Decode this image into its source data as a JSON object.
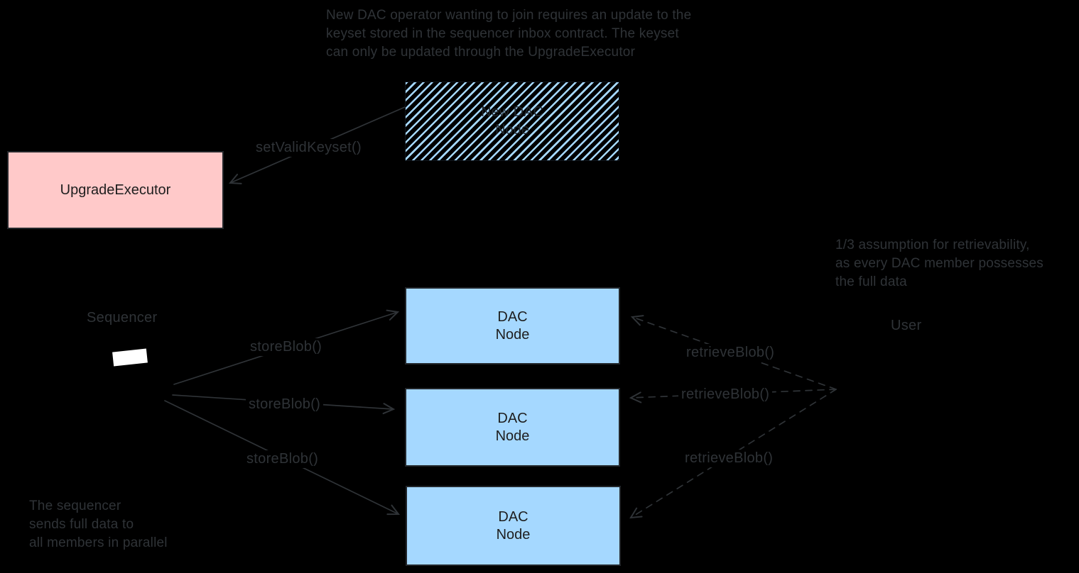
{
  "canvas": {
    "background": "#000000"
  },
  "colors": {
    "ink": "#2f3337",
    "box_text": "#1e1e1e",
    "dac_blue_fill": "#a5d8ff",
    "upgrade_pink_fill": "#ffc9c9",
    "hatch_blue": "#a5d8ff",
    "sequencer_screen_white": "#ffffff"
  },
  "notes": {
    "top": "New DAC operator wanting to join requires an update to the\nkeyset stored in the sequencer inbox contract. The keyset\ncan only be updated through the UpgradeExecutor",
    "retrievability": "1/3 assumption for retrievability,\nas every DAC member possesses\nthe full data",
    "sequencer_parallel": "The sequencer\nsends full data to\nall members in parallel"
  },
  "nodes": {
    "new_dac_node": {
      "label": "New DAC\nNode"
    },
    "upgrade_executor": {
      "label": "UpgradeExecutor"
    },
    "dac_nodes": [
      {
        "label": "DAC\nNode"
      },
      {
        "label": "DAC\nNode"
      },
      {
        "label": "DAC\nNode"
      }
    ]
  },
  "actors": {
    "sequencer": {
      "label": "Sequencer"
    },
    "user": {
      "label": "User"
    }
  },
  "edge_labels": {
    "set_valid_keyset": "setValidKeyset()",
    "store_blob": [
      "storeBlob()",
      "storeBlob()",
      "storeBlob()"
    ],
    "retrieve_blob": [
      "retrieveBlob()",
      "retrieveBlob()",
      "retrieveBlob()"
    ]
  }
}
